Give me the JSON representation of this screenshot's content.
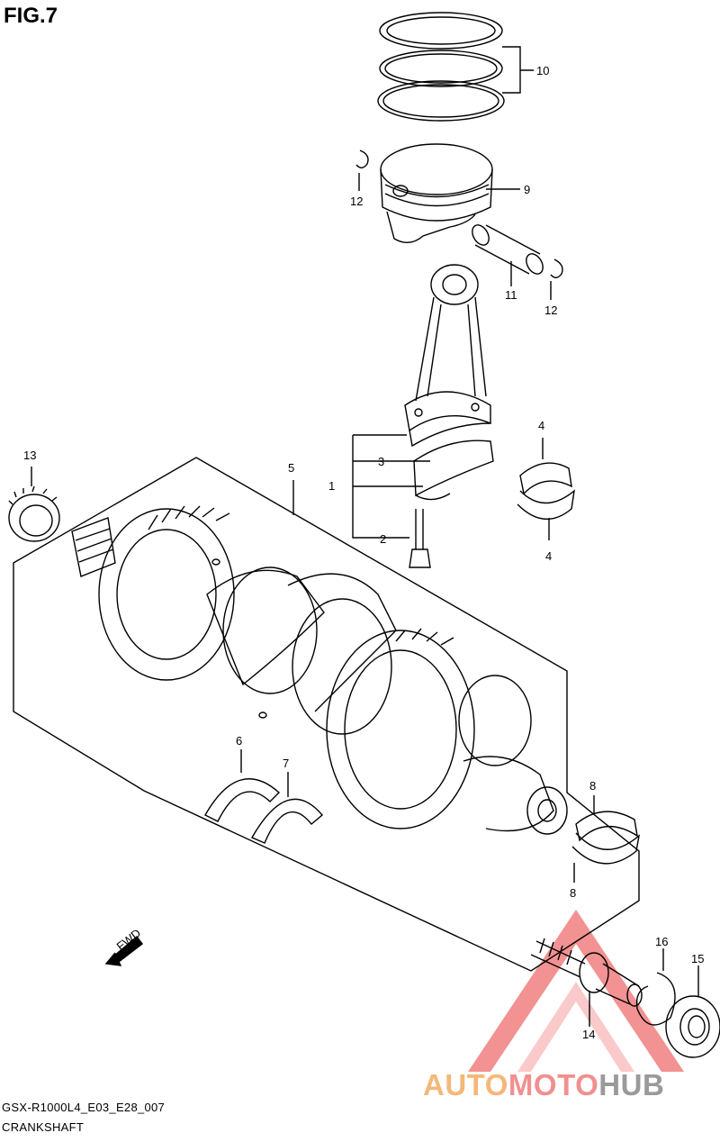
{
  "figure": {
    "title": "FIG.7"
  },
  "callouts": {
    "c1": "1",
    "c2": "2",
    "c3": "3",
    "c4a": "4",
    "c4b": "4",
    "c5": "5",
    "c6": "6",
    "c7": "7",
    "c8a": "8",
    "c8b": "8",
    "c9": "9",
    "c10": "10",
    "c11": "11",
    "c12a": "12",
    "c12b": "12",
    "c13": "13",
    "c14": "14",
    "c15": "15",
    "c16": "16"
  },
  "fwd_label": "FWD",
  "footer": {
    "code": "GSX-R1000L4_E03_E28_007",
    "name": "CRANKSHAFT"
  },
  "watermark": {
    "part1": "AUTO",
    "part2": "MOTO",
    "part3": "HUB"
  },
  "colors": {
    "watermark_red": "#e83a3a",
    "watermark_orange": "#f4b879",
    "line": "#000000"
  }
}
